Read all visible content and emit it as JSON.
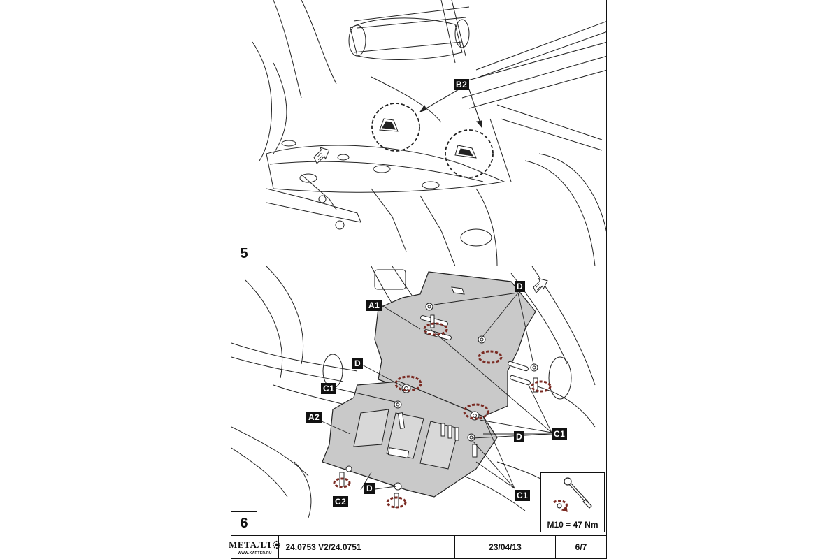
{
  "panels": {
    "step5": {
      "number": "5",
      "labels": {
        "b2": "B2"
      }
    },
    "step6": {
      "number": "6",
      "labels": {
        "a1": "A1",
        "a2": "A2",
        "d": "D",
        "c1": "C1",
        "c2": "C2"
      },
      "torque": {
        "spec": "M10 = 47 Nm"
      }
    }
  },
  "title_block": {
    "logo_word": "МЕТАЛЛ",
    "logo_site": "WWW.KARTER.RU",
    "part_numbers": "24.0753 V2/24.0751",
    "blank": "",
    "date": "23/04/13",
    "page": "6/7"
  },
  "colors": {
    "line": "#111111",
    "torque_arrow": "#7a2a22",
    "plate": "#c9c9c9"
  },
  "icons": [
    "forward-direction-arrow-icon",
    "torque-wrench-icon",
    "gear-logo-icon"
  ]
}
